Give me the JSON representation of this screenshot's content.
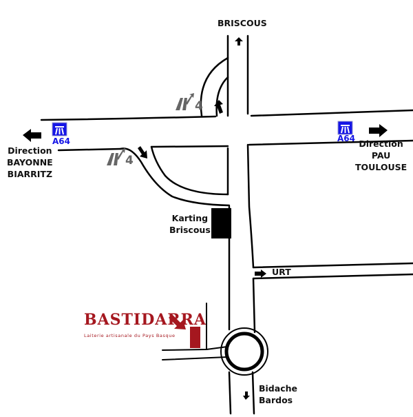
{
  "places": {
    "north": "BRISCOUS",
    "west": [
      "Direction",
      "BAYONNE",
      "BIARRITZ"
    ],
    "east": [
      "Direction",
      "PAU",
      "TOULOUSE"
    ],
    "karting": [
      "Karting",
      "Briscous"
    ],
    "urt": "URT",
    "south": [
      "Bidache",
      "Bardos"
    ]
  },
  "motorway": {
    "label": "A64",
    "exit_number": "4"
  },
  "brand": {
    "name": "BASTIDARRA",
    "tagline": "Laiterie artisanale du Pays Basque",
    "color": "#a5171f"
  }
}
